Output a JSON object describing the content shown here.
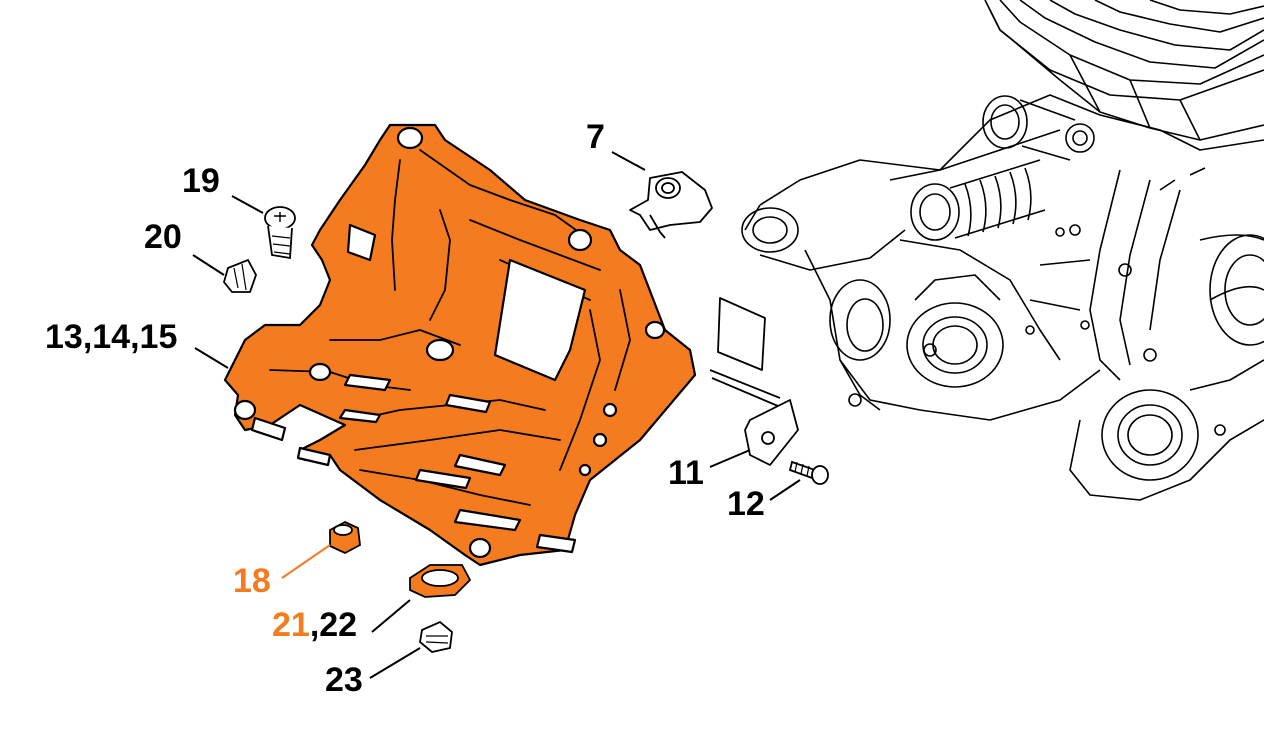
{
  "colors": {
    "highlight": "#f47b20",
    "ink": "#000000",
    "background": "#ffffff"
  },
  "callouts": {
    "c7": "7",
    "c19": "19",
    "c20": "20",
    "c13": "13,14,15",
    "c11": "11",
    "c12": "12",
    "c18": "18",
    "c21a": "21",
    "c21b": ",22",
    "c23": "23"
  }
}
